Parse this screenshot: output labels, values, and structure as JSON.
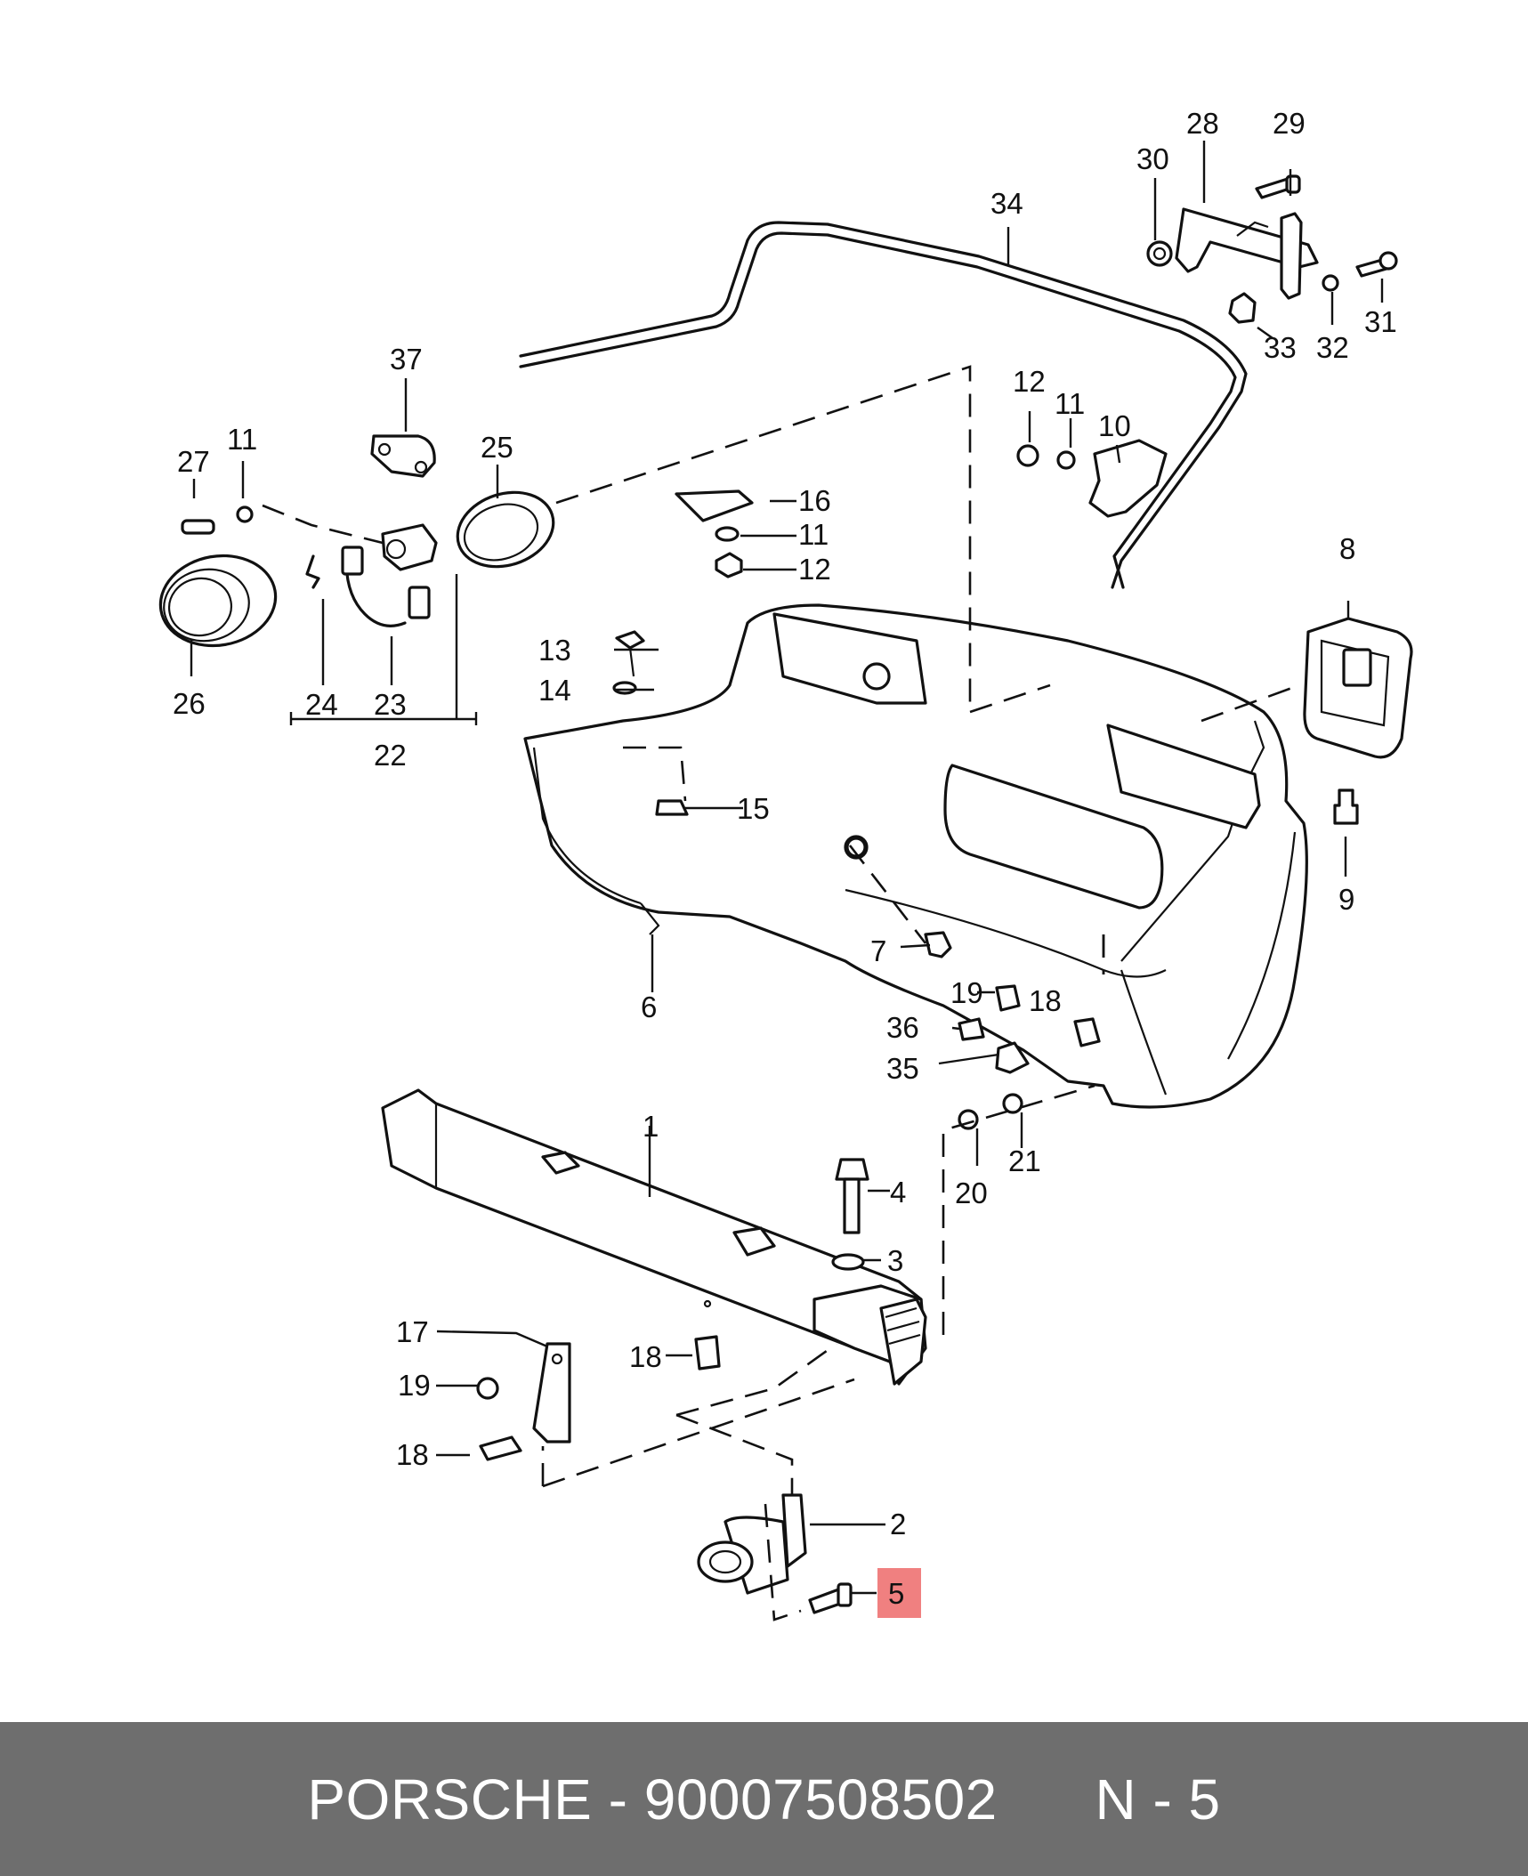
{
  "callouts": {
    "n1": "1",
    "n2": "2",
    "n3": "3",
    "n4": "4",
    "n5": "5",
    "n6": "6",
    "n7": "7",
    "n8": "8",
    "n9": "9",
    "n10": "10",
    "n11a": "11",
    "n11b": "11",
    "n11c": "11",
    "n12a": "12",
    "n12b": "12",
    "n13": "13",
    "n14": "14",
    "n15": "15",
    "n16": "16",
    "n17": "17",
    "n18a": "18",
    "n18b": "18",
    "n18c": "18",
    "n19a": "19",
    "n19b": "19",
    "n20": "20",
    "n21": "21",
    "n22": "22",
    "n23": "23",
    "n24": "24",
    "n25": "25",
    "n26": "26",
    "n27": "27",
    "n28": "28",
    "n29": "29",
    "n30": "30",
    "n31": "31",
    "n32": "32",
    "n33": "33",
    "n34": "34",
    "n35": "35",
    "n36": "36",
    "n37": "37"
  },
  "highlight": {
    "part": "5",
    "color": "#f08080"
  },
  "footer": {
    "brand": "PORSCHE",
    "separator": " - ",
    "part_number": "90007508502",
    "position": "N - 5"
  },
  "colors": {
    "footer_bg": "#6e6e6e",
    "footer_text": "#ffffff"
  }
}
